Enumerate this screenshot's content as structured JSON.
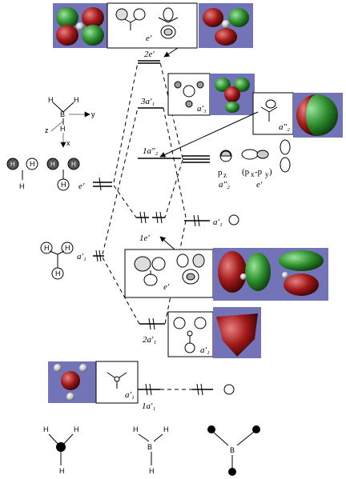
{
  "colors": {
    "panel_bg": "#7373b8",
    "lobe_green": "#2f8f2f",
    "lobe_red": "#a01818",
    "line": "#000000"
  },
  "levels": {
    "2e": "2e′",
    "3a1": "3a′₁",
    "1a2": "1a″₂",
    "1e": "1e′",
    "2a1": "2a′₁",
    "1a1": "1a′₁"
  },
  "fragment_labels": {
    "left_e": "e′",
    "left_a1": "a′₁",
    "right_a1": "a′₁",
    "p_z": "p",
    "p_z_sub": "z",
    "p_z_sym": "a″₂",
    "p_xy": "(p",
    "p_xy_rest": "x",
    "p_xy_sep": "-p",
    "p_xy_y": "y",
    "p_xy_close": ")",
    "p_xy_sym": "e′"
  },
  "panel_labels": {
    "top_e": "e′",
    "mid_3a1": "a′₁",
    "a2": "a″₂",
    "mid_e": "e′",
    "mid_2a1": "a′₁",
    "bot_1a1": "a′₁"
  },
  "axes": {
    "x": "x",
    "y": "y",
    "z": "z"
  },
  "atoms": {
    "H": "H",
    "B": "B"
  },
  "icons": [
    "orbital-lobe-icon",
    "arrow-icon",
    "molecule-icon"
  ]
}
